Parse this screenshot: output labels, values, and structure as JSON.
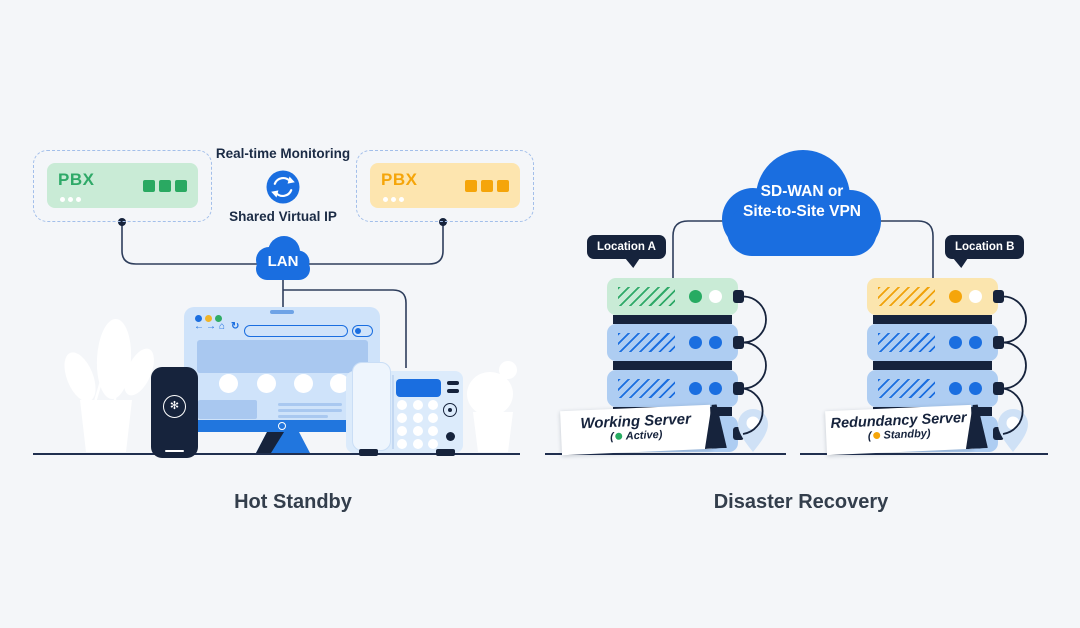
{
  "palette": {
    "background": "#f4f6f9",
    "primary_blue": "#1a6ee0",
    "medium_blue": "#2176de",
    "navy": "#16233c",
    "connector_line": "#2e3e5c",
    "green": "#27ab62",
    "light_green": "#c9ebd6",
    "orange": "#f5a50a",
    "light_orange": "#fde5af",
    "server_blue": "#aecdf2",
    "pale_blue": "#cfe3fa"
  },
  "hot_standby": {
    "title": "Hot Standby",
    "pbx_a_label": "PBX",
    "pbx_b_label": "PBX",
    "monitoring_label": "Real-time Monitoring",
    "shared_ip_label": "Shared Virtual IP",
    "lan_label": "LAN"
  },
  "disaster_recovery": {
    "title": "Disaster Recovery",
    "wan_label_line1": "SD-WAN or",
    "wan_label_line2": "Site-to-Site VPN",
    "location_a_label": "Location A",
    "location_b_label": "Location B",
    "working_server": {
      "name": "Working Server",
      "status_open": "(",
      "status": "Active)"
    },
    "redundancy_server": {
      "name": "Redundancy Server",
      "status_open": "(",
      "status": "Standby)"
    }
  },
  "icons": {
    "back": "←",
    "forward": "→",
    "home": "⌂",
    "reload": "↻",
    "brand_logo": "✻"
  }
}
